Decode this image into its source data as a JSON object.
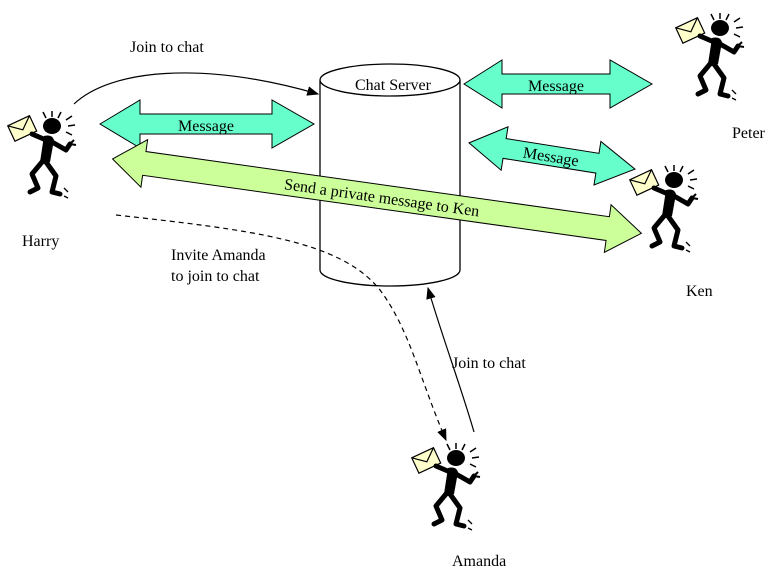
{
  "server": {
    "label": "Chat Server"
  },
  "people": {
    "harry": "Harry",
    "peter": "Peter",
    "ken": "Ken",
    "amanda": "Amanda"
  },
  "annotations": {
    "harry_join": "Join to chat",
    "amanda_join": "Join to chat",
    "invite_line1": "Invite Amanda",
    "invite_line2": "to join to chat"
  },
  "arrows": {
    "harry_server": "Message",
    "server_peter": "Message",
    "server_ken": "Message",
    "private": "Send a private message to Ken"
  },
  "colors": {
    "message_arrow_fill": "#66ffcc",
    "private_arrow_fill": "#ccff99",
    "envelope_fill": "#ffffcc",
    "figure_fill": "#000000"
  }
}
